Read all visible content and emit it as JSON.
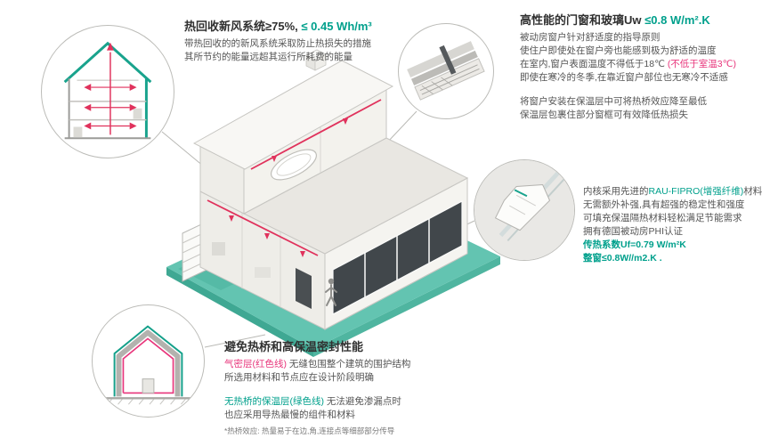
{
  "colors": {
    "accent_green": "#00A08C",
    "accent_magenta": "#E8357B",
    "platform_teal": "#63C4B1",
    "duct_red": "#E0325C"
  },
  "hrv": {
    "title_main": "热回收新风系统≥75%,",
    "title_value": " ≤ 0.45 Wh/m³",
    "line1": "带热回收的的新风系统采取防止热损失的措施",
    "line2": "其所节约的能量远超其运行所耗费的能量"
  },
  "windows": {
    "title_main": "高性能的门窗和玻璃Uw ",
    "title_value": "≤0.8 W/m².K",
    "line1": "被动房窗户针对舒适度的指导原则",
    "line2": "使住户即使处在窗户旁也能感到极为舒适的温度",
    "line3_pre": "在室内,窗户表面温度不得低于18℃ ",
    "line3_red": "(不低于室温3℃)",
    "line4": "即使在寒冷的冬季,在靠近窗户部位也无寒冷不适感",
    "line5": "将窗户安装在保温层中可将热桥效应降至最低",
    "line6": "保温层包裹住部分窗框可有效降低热损失"
  },
  "profile": {
    "line1_pre": "内核采用先进的",
    "line1_green": "RAU-FIPRO(增强纤维)",
    "line1_post": "材料",
    "line2": "无需额外补强,具有超强的稳定性和强度",
    "line3": "可填充保温隔热材料轻松满足节能需求",
    "line4": "拥有德国被动房PHI认证",
    "line5": "传热系数Uf=0.79 W/m²K",
    "line6": "整窗≤0.8W//m2.K ."
  },
  "thermal": {
    "title": "避免热桥和高保温密封性能",
    "p1_red": "气密层(红色线)",
    "p1_rest": " 无缝包围整个建筑的围护结构",
    "p1_line2": "所选用材料和节点应在设计阶段明确",
    "p2_green": "无热桥的保温层(绿色线)",
    "p2_rest": " 无法避免渗漏点时",
    "p2_line2": "也应采用导热最慢的组件和材料",
    "footnote": "*热桥效应: 热量易于在边,角,连接点等细部部分传导"
  },
  "illustrations": {
    "center": "passive-house-isometric-cutaway",
    "circle_top_left": "house-section-ventilation",
    "circle_top_right": "window-corner-detail",
    "circle_mid_right": "window-frame-profile",
    "circle_bottom_left": "thermal-envelope-section"
  }
}
